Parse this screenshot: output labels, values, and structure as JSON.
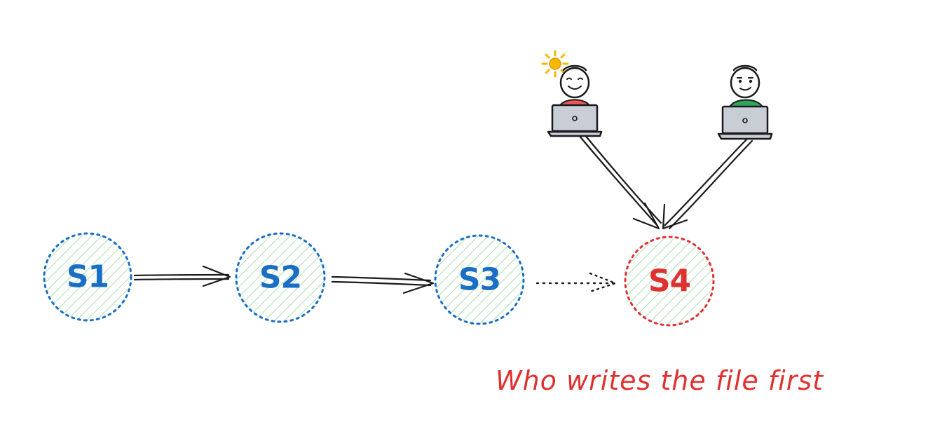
{
  "diagram": {
    "nodes": [
      {
        "id": "s1",
        "label": "S1",
        "status": "done"
      },
      {
        "id": "s2",
        "label": "S2",
        "status": "done"
      },
      {
        "id": "s3",
        "label": "S3",
        "status": "done"
      },
      {
        "id": "s4",
        "label": "S4",
        "status": "conflict"
      }
    ],
    "edges": [
      {
        "from": "s1",
        "to": "s2",
        "style": "double-solid"
      },
      {
        "from": "s2",
        "to": "s3",
        "style": "double-solid"
      },
      {
        "from": "s3",
        "to": "s4",
        "style": "dotted"
      },
      {
        "from": "user-left",
        "to": "s4",
        "style": "double-solid"
      },
      {
        "from": "user-right",
        "to": "s4",
        "style": "double-solid"
      }
    ],
    "users": [
      {
        "id": "user-left",
        "icon": "person-with-laptop-icon",
        "shirt_color": "#e85a5a",
        "has_idea_sun": true
      },
      {
        "id": "user-right",
        "icon": "person-with-laptop-icon",
        "shirt_color": "#2fa55c",
        "has_idea_sun": false
      }
    ],
    "caption": "Who writes the file first"
  },
  "colors": {
    "node_blue": "#1a6fc4",
    "node_red": "#e03030",
    "hatch_green": "#a8dfb0",
    "caption_red": "#e03030",
    "laptop_gray": "#c9ced6",
    "sun_yellow": "#f5b800"
  }
}
